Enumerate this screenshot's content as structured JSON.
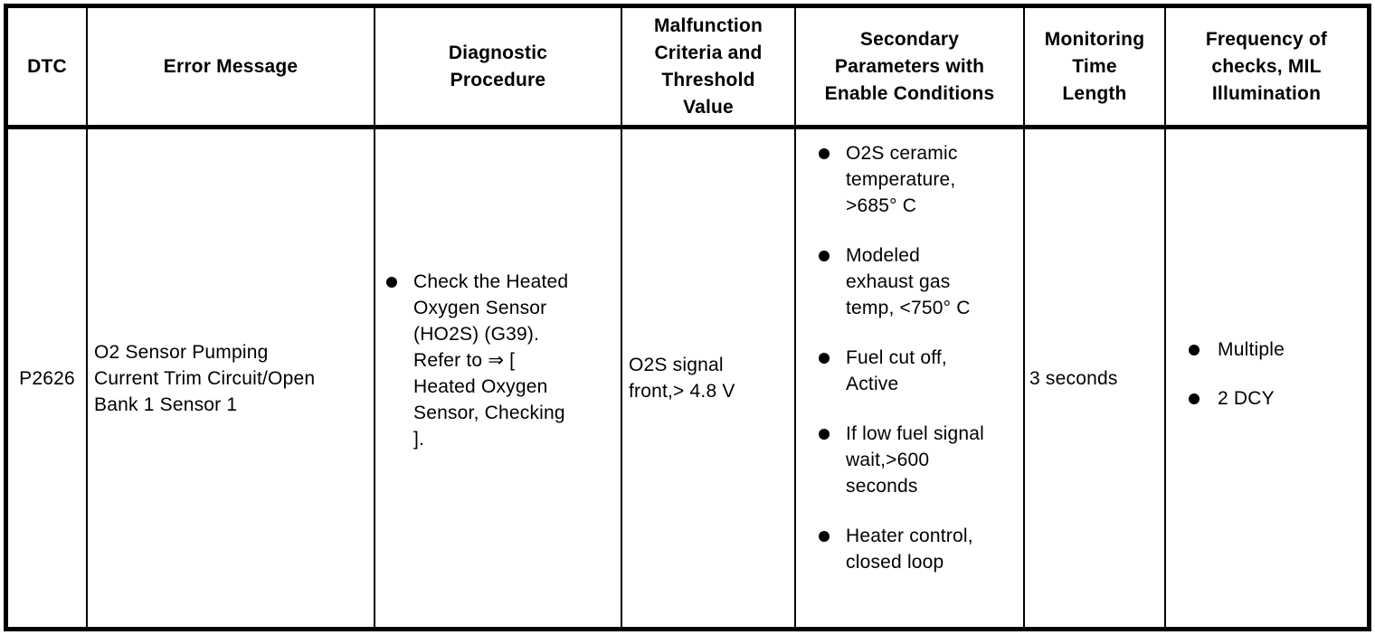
{
  "colors": {
    "border": "#000000",
    "background": "#ffffff",
    "text": "#000000"
  },
  "table": {
    "headers": [
      "DTC",
      "Error Message",
      "Diagnostic\nProcedure",
      "Malfunction\nCriteria and\nThreshold\nValue",
      "Secondary\nParameters with\nEnable Conditions",
      "Monitoring\nTime\nLength",
      "Frequency of\nchecks, MIL\nIllumination"
    ],
    "row": {
      "dtc": "P2626",
      "error_message": "O2 Sensor Pumping\nCurrent Trim Circuit/Open\nBank 1 Sensor 1",
      "diagnostic_procedure": [
        "Check the Heated\nOxygen Sensor\n(HO2S) (G39).\nRefer to ⇒ [\nHeated Oxygen\nSensor, Checking\n]."
      ],
      "malfunction_criteria": "O2S signal\nfront,> 4.8 V",
      "secondary_parameters": [
        "O2S ceramic\ntemperature,\n>685° C",
        "Modeled\nexhaust gas\ntemp, <750° C",
        "Fuel cut off,\nActive",
        "If low fuel signal\nwait,>600\nseconds",
        "Heater control,\nclosed loop"
      ],
      "monitoring_time_length": "3 seconds",
      "frequency_of_checks": [
        "Multiple",
        "2 DCY"
      ]
    }
  }
}
